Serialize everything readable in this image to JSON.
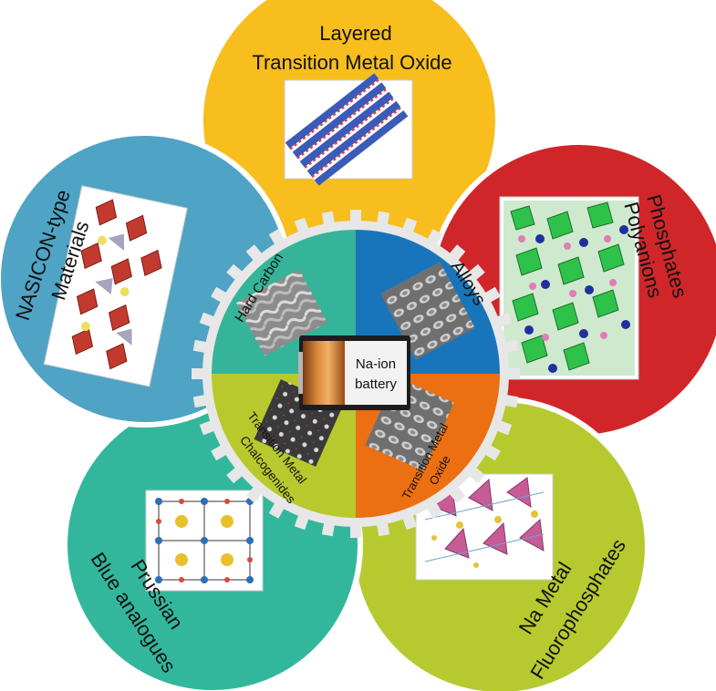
{
  "diagram": {
    "center": {
      "line1": "Na-ion",
      "line2": "battery"
    },
    "petals": [
      {
        "id": "layered",
        "lines": [
          "Layered",
          "Transition Metal Oxide"
        ],
        "color": "#f7be1e"
      },
      {
        "id": "phosphates",
        "lines": [
          "Phosphates",
          "Polyanions"
        ],
        "color": "#d0262a"
      },
      {
        "id": "fluoro",
        "lines": [
          "Na Metal",
          "Fluorophosphates"
        ],
        "color": "#b6ca2f"
      },
      {
        "id": "prussian",
        "lines": [
          "Prussian",
          "Blue analogues"
        ],
        "color": "#33b79c"
      },
      {
        "id": "nasicon",
        "lines": [
          "NASICON-type",
          "Materials"
        ],
        "color": "#4fa3c4"
      }
    ],
    "quadrants": [
      {
        "id": "hard-carbon",
        "label": "Hard Carbon",
        "color": "#35b49a"
      },
      {
        "id": "alloys",
        "label": "Alloys",
        "color": "#1975bb"
      },
      {
        "id": "tmo",
        "lines": [
          "Transition Metal",
          "Oxide"
        ],
        "color": "#ec6f11"
      },
      {
        "id": "tmc",
        "lines": [
          "Transition  Metal",
          "Chalcogenides"
        ],
        "color": "#b7c92c"
      }
    ],
    "gear_color": "#e7e7e7"
  }
}
